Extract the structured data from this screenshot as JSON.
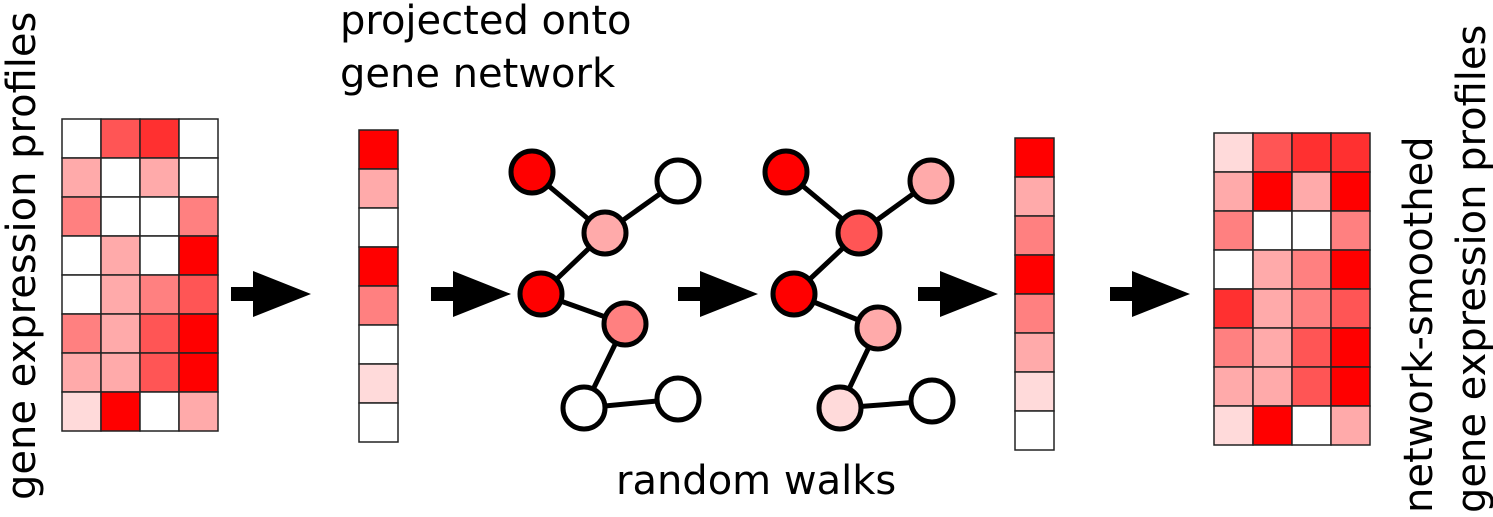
{
  "labels": {
    "left": "gene expression profiles",
    "top_line1": "projected onto",
    "top_line2": "gene network",
    "bottom": "random walks",
    "right_line1": "network-smoothed",
    "right_line2": "gene expression profiles"
  },
  "palette": [
    "#ffffff",
    "#ffdada",
    "#ffaaaa",
    "#ff8080",
    "#ff5555",
    "#ff3030",
    "#ff0000"
  ],
  "input_matrix": [
    [
      0,
      4,
      5,
      0
    ],
    [
      2,
      0,
      2,
      0
    ],
    [
      3,
      0,
      0,
      3
    ],
    [
      0,
      2,
      0,
      6
    ],
    [
      0,
      2,
      3,
      4
    ],
    [
      3,
      2,
      4,
      6
    ],
    [
      2,
      2,
      4,
      6
    ],
    [
      1,
      6,
      0,
      2
    ]
  ],
  "projected_vector": [
    6,
    2,
    0,
    6,
    3,
    0,
    1,
    0
  ],
  "network_before": [
    6,
    0,
    2,
    6,
    3,
    0,
    0
  ],
  "network_after": [
    6,
    2,
    4,
    6,
    2,
    1,
    0
  ],
  "smoothed_vector": [
    6,
    2,
    3,
    6,
    3,
    2,
    1,
    0
  ],
  "output_matrix": [
    [
      1,
      4,
      5,
      5
    ],
    [
      2,
      6,
      2,
      6
    ],
    [
      3,
      0,
      0,
      3
    ],
    [
      0,
      2,
      3,
      6
    ],
    [
      5,
      2,
      3,
      4
    ],
    [
      3,
      2,
      4,
      6
    ],
    [
      2,
      2,
      4,
      6
    ],
    [
      1,
      6,
      0,
      2
    ]
  ],
  "icons": {
    "arrow": "right-arrow-icon"
  }
}
